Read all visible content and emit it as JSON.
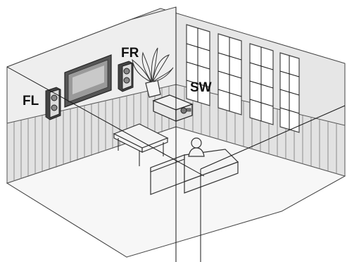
{
  "labels": {
    "front_left": "FL",
    "front_right": "FR",
    "subwoofer": "SW"
  },
  "colors": {
    "line": "#1a1a1a",
    "wall_left": "#eeeeee",
    "wall_right": "#e6e6e6",
    "floor": "#f7f7f7",
    "paneling": "#e2e2e2"
  }
}
